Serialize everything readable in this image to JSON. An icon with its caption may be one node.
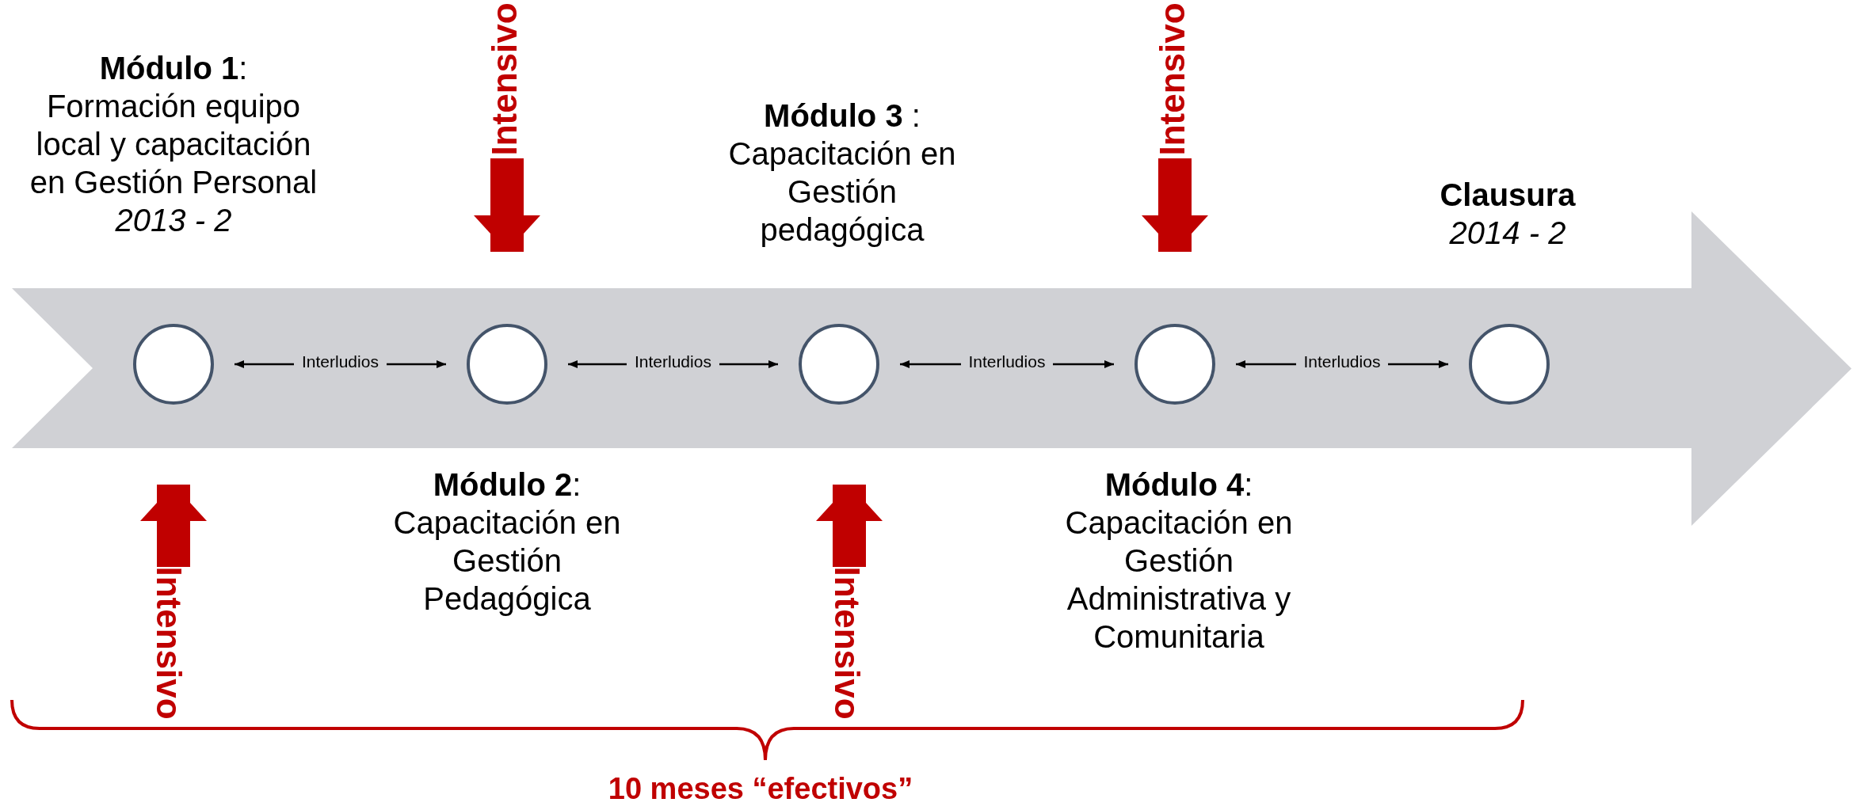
{
  "diagram": {
    "nodes": [
      {
        "text": [],
        "shape": "arrow"
      },
      {
        "text": [],
        "shape": "circle",
        "in": 0,
        "beside": [
          "**Módulo 1**: Formación equipo local y capacitación en Gestión Personal",
          "2013 - 2"
        ]
      },
      {
        "text": [],
        "shape": "circle",
        "in": 0,
        "beside": [
          "**Módulo 2**: Capacitación en Gestión Pedagógica"
        ]
      },
      {
        "text": [],
        "shape": "circle",
        "in": 0,
        "beside": [
          "**Módulo 3** : Capacitación en Gestión pedagógica"
        ]
      },
      {
        "text": [],
        "shape": "circle",
        "in": 0,
        "beside": [
          "**Módulo 4**: Capacitación en Gestión Administrativa y Comunitaria"
        ]
      },
      {
        "text": [],
        "shape": "circle",
        "in": 0,
        "beside": [
          "Clausura",
          "2014 - 2"
        ]
      }
    ],
    "edges": [
      {
        "from": 1,
        "to": 2,
        "arrow": "both",
        "label": "Interludios"
      },
      {
        "from": 2,
        "to": 3,
        "arrow": "both",
        "label": "Interludios"
      },
      {
        "from": 3,
        "to": 4,
        "arrow": "both",
        "label": "Interludios"
      },
      {
        "from": 4,
        "to": 5,
        "arrow": "both",
        "label": "Interludios"
      },
      {
        "from": null,
        "to": 0,
        "arrow": "to",
        "label": "Intensivo",
        "style": "thick",
        "color": "#c00000"
      },
      {
        "from": null,
        "to": 0,
        "arrow": "to",
        "label": "Intensivo",
        "style": "thick",
        "color": "#c00000"
      },
      {
        "from": null,
        "to": 0,
        "arrow": "to",
        "label": "Intensivo",
        "style": "thick",
        "color": "#c00000"
      },
      {
        "from": null,
        "to": 0,
        "arrow": "to",
        "label": "Intensivo",
        "style": "thick",
        "color": "#c00000"
      }
    ],
    "labels": [
      "10 meses “efectivos”"
    ]
  }
}
